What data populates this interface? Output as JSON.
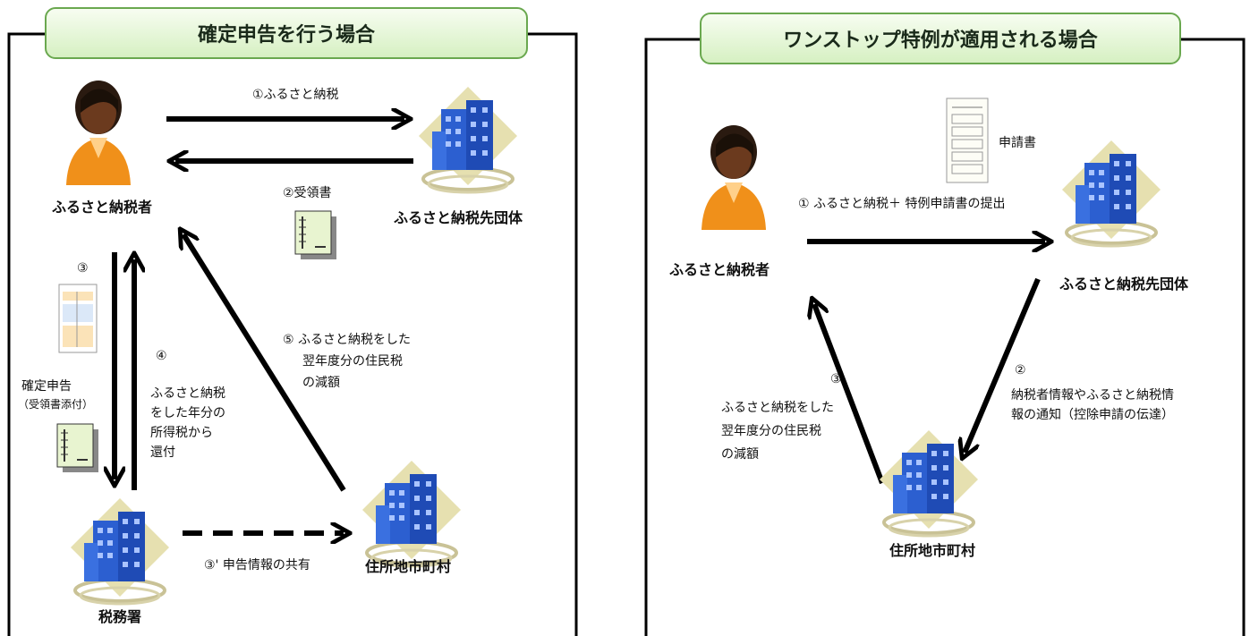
{
  "left": {
    "title": "確定申告を行う場合",
    "taxpayer": "ふるさと納税者",
    "municipality": "ふるさと納税先団体",
    "tax_office": "税務署",
    "residence_city": "住所地市町村",
    "step1": "①ふるさと納税",
    "step2": "②受領書",
    "step3_num": "③",
    "step3_lines": [
      "確定申告",
      "（受領書添付）"
    ],
    "step3b": "③' 申告情報の共有",
    "step4_num": "④",
    "step4_lines": [
      "ふるさと納税",
      "をした年分の",
      "所得税から",
      "還付"
    ],
    "step5_lines": [
      "⑤ ふるさと納税をした",
      "翌年度分の住民税",
      "の減額"
    ]
  },
  "right": {
    "title": "ワンストップ特例が適用される場合",
    "taxpayer": "ふるさと納税者",
    "municipality": "ふるさと納税先団体",
    "residence_city": "住所地市町村",
    "application_form": "申請書",
    "step1": "① ふるさと納税＋ 特例申請書の提出",
    "step2_num": "②",
    "step2_lines": [
      "納税者情報やふるさと納税情",
      "報の通知（控除申請の伝達）"
    ],
    "step3_num": "③",
    "step3_lines": [
      "ふるさと納税をした",
      "翌年度分の住民税",
      "の減額"
    ]
  }
}
